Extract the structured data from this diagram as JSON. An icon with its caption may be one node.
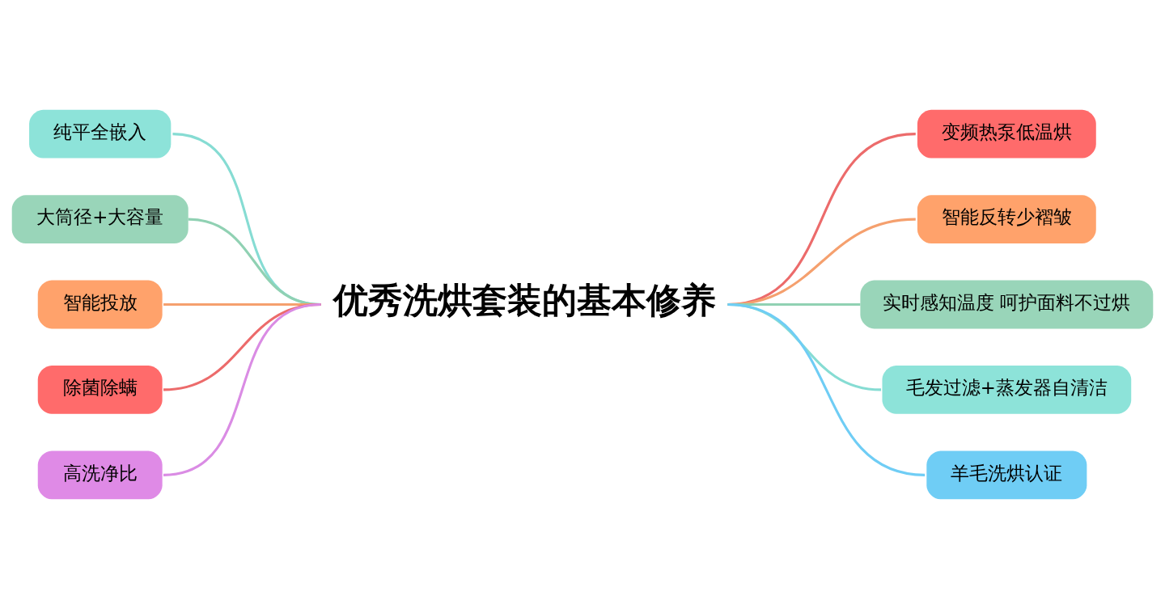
{
  "diagram": {
    "nodes": [
      {
        "text": [
          "优秀洗烘套装的基本修养"
        ]
      },
      {
        "text": [
          "纯平全嵌入"
        ]
      },
      {
        "text": [
          "大筒径+大容量"
        ]
      },
      {
        "text": [
          "智能投放"
        ]
      },
      {
        "text": [
          "除菌除螨"
        ]
      },
      {
        "text": [
          "高洗净比"
        ]
      },
      {
        "text": [
          "变频热泵低温烘"
        ]
      },
      {
        "text": [
          "智能反转少褶皱"
        ]
      },
      {
        "text": [
          "实时感知温度 呵护面料不过烘"
        ]
      },
      {
        "text": [
          "毛发过滤+蒸发器自清洁"
        ]
      },
      {
        "text": [
          "羊毛洗烘认证"
        ]
      }
    ],
    "edges": [
      {
        "from": 1,
        "to": 0,
        "arrow": "none",
        "color": "#86dcd3"
      },
      {
        "from": 2,
        "to": 0,
        "arrow": "none",
        "color": "#90d1b3"
      },
      {
        "from": 3,
        "to": 0,
        "arrow": "none",
        "color": "#f5a06e"
      },
      {
        "from": 4,
        "to": 0,
        "arrow": "none",
        "color": "#ec6b6b"
      },
      {
        "from": 5,
        "to": 0,
        "arrow": "none",
        "color": "#da8ce4"
      },
      {
        "from": 0,
        "to": 6,
        "arrow": "none",
        "color": "#ec6b6b"
      },
      {
        "from": 0,
        "to": 7,
        "arrow": "none",
        "color": "#f5a06e"
      },
      {
        "from": 0,
        "to": 8,
        "arrow": "none",
        "color": "#90d1b3"
      },
      {
        "from": 0,
        "to": 9,
        "arrow": "none",
        "color": "#86dcd3"
      },
      {
        "from": 0,
        "to": 10,
        "arrow": "none",
        "color": "#6fcdf5"
      }
    ]
  }
}
